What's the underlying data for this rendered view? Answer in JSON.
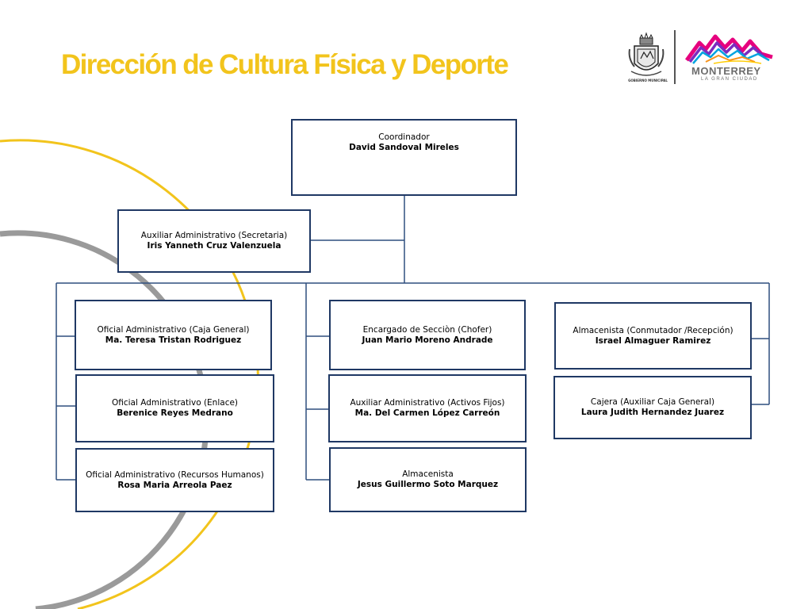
{
  "title": "Dirección de Cultura Física y Deporte",
  "colors": {
    "title": "#f2c41c",
    "box_border": "#1f3864",
    "connector": "#2f4f7f",
    "arc_yellow": "#f2c41c",
    "arc_gray": "#9a9a9a"
  },
  "logos": {
    "seal_caption": "GOBIERNO MUNICIPAL",
    "city_name": "MONTERREY",
    "city_tagline": "LA GRAN CIUDAD",
    "seal_icon": "municipal-seal-icon",
    "city_mark_icon": "monterrey-mountains-icon"
  },
  "org": {
    "coordinator": {
      "role": "Coordinador",
      "name": "David Sandoval Mireles"
    },
    "assistant": {
      "role": "Auxiliar Administrativo (Secretaria)",
      "name": "Iris Yanneth Cruz Valenzuela"
    },
    "columns": [
      [
        {
          "role": "Oficial Administrativo (Caja General)",
          "name": "Ma. Teresa Tristan Rodriguez"
        },
        {
          "role": "Oficial Administrativo (Enlace)",
          "name": "Berenice Reyes Medrano"
        },
        {
          "role": "Oficial Administrativo (Recursos Humanos)",
          "name": "Rosa Maria Arreola Paez"
        }
      ],
      [
        {
          "role": "Encargado de Secciòn  (Chofer)",
          "name": "Juan Mario Moreno Andrade"
        },
        {
          "role": "Auxiliar Administrativo (Activos Fijos)",
          "name": "Ma. Del Carmen López Carreón"
        },
        {
          "role": "Almacenista",
          "name": "Jesus Guillermo Soto Marquez"
        }
      ],
      [
        {
          "role": "Almacenista  (Conmutador /Recepción)",
          "name": "Israel Almaguer Ramirez"
        },
        {
          "role": "Cajera (Auxiliar Caja General)",
          "name": "Laura Judith Hernandez Juarez"
        }
      ]
    ]
  }
}
